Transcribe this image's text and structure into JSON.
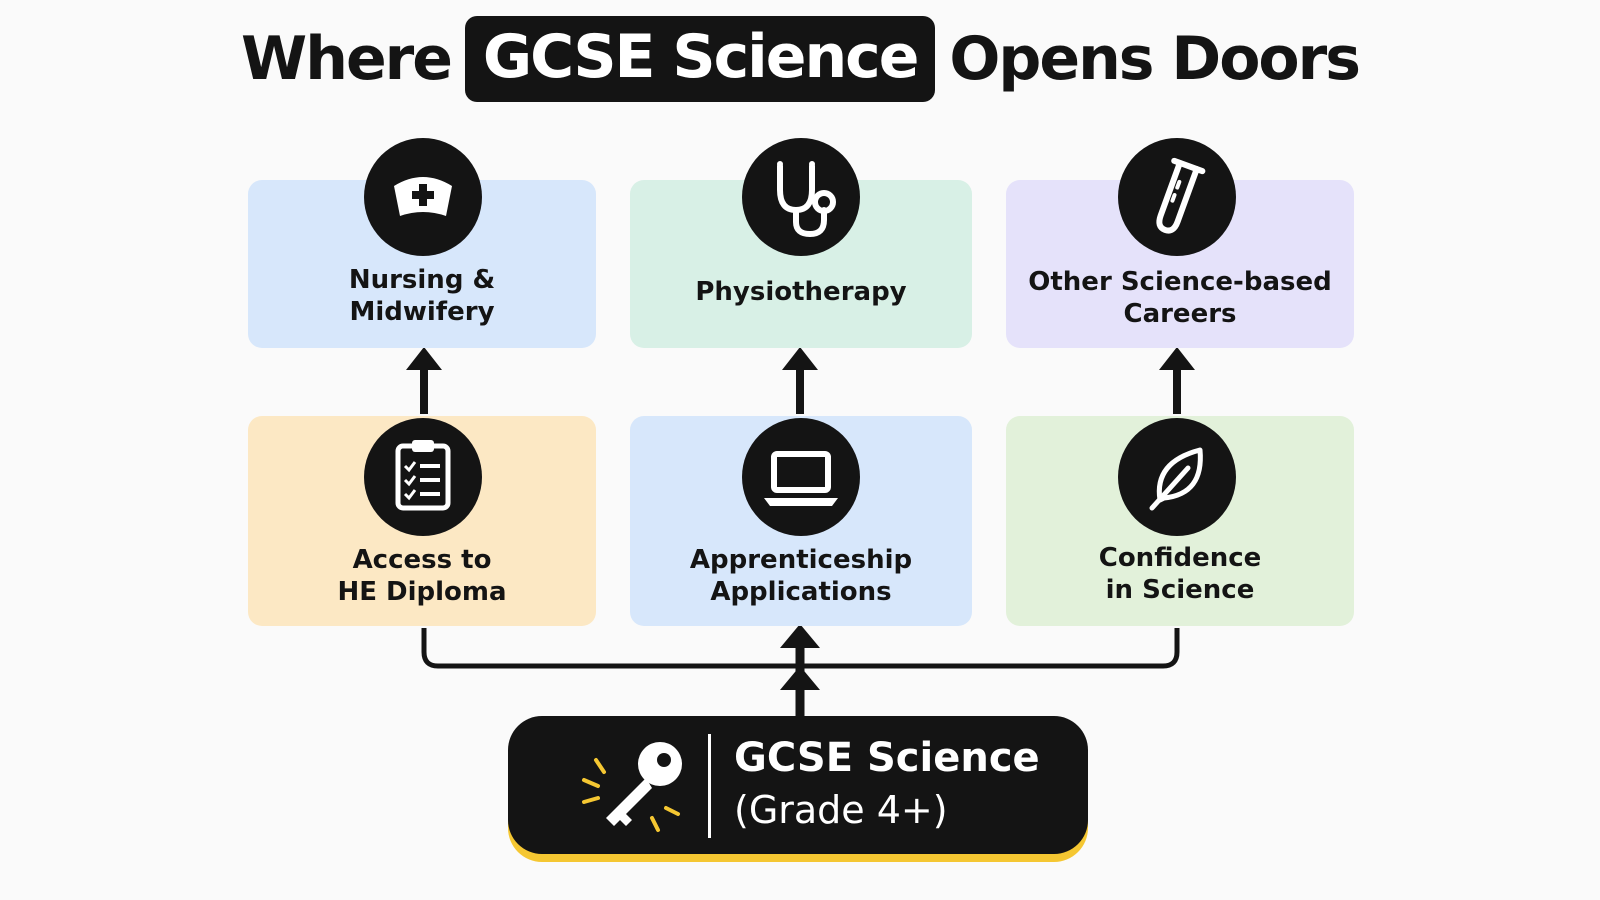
{
  "title": {
    "prefix": "Where",
    "highlight": "GCSE Science",
    "suffix": "Opens Doors"
  },
  "colors": {
    "blue": "#d7e7fb",
    "mint": "#d8f0e6",
    "lavender": "#e5e2fa",
    "peach": "#fce8c4",
    "green": "#e2f1da",
    "dark": "#141414",
    "accent_yellow": "#f5c732"
  },
  "top_row": [
    {
      "line1": "Nursing &",
      "line2": "Midwifery",
      "icon": "nurse-cap-icon"
    },
    {
      "line1": "Physiotherapy",
      "line2": "",
      "icon": "stethoscope-icon"
    },
    {
      "line1": "Other Science-based",
      "line2": "Careers",
      "icon": "test-tube-icon"
    }
  ],
  "middle_row": [
    {
      "line1": "Access to",
      "line2": "HE Diploma",
      "icon": "clipboard-checklist-icon"
    },
    {
      "line1": "Apprenticeship",
      "line2": "Applications",
      "icon": "laptop-icon"
    },
    {
      "line1": "Confidence",
      "line2": "in Science",
      "icon": "leaf-icon"
    }
  ],
  "key": {
    "title": "GCSE Science",
    "subtitle": "(Grade 4+)",
    "icon": "key-icon"
  }
}
